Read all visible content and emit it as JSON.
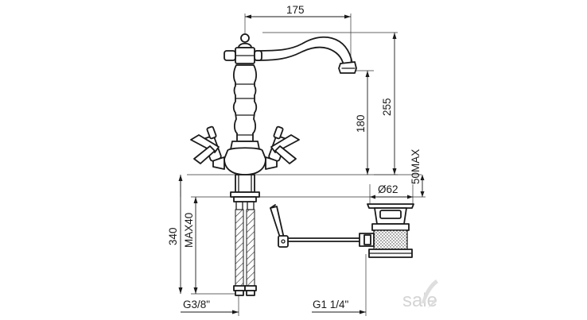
{
  "dimensions": {
    "spout_reach": "175",
    "total_height": "255",
    "spout_height": "180",
    "deck_thickness": "50MAX",
    "waste_diameter": "Ø62",
    "hose_length": "340",
    "max_40": "MAX40",
    "hose_thread": "G3/8\"",
    "waste_thread": "G1 1/4\""
  },
  "watermark": {
    "text": "sale"
  },
  "colors": {
    "line": "#1a1a1a",
    "background": "#ffffff",
    "watermark": "#d4d4d4"
  }
}
